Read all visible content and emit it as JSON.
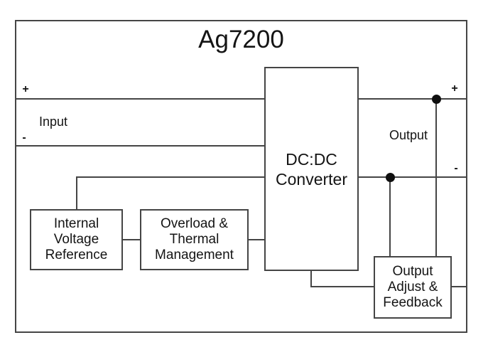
{
  "diagram": {
    "title": "Ag7200",
    "input": {
      "plus": "+",
      "label": "Input",
      "minus": "-"
    },
    "output": {
      "plus": "+",
      "label": "Output",
      "minus": "-"
    },
    "blocks": {
      "dc_dc_converter": {
        "lines": [
          "DC:DC",
          "Converter"
        ]
      },
      "internal_voltage_reference": {
        "lines": [
          "Internal",
          "Voltage",
          "Reference"
        ]
      },
      "overload_thermal_management": {
        "lines": [
          "Overload &",
          "Thermal",
          "Management"
        ]
      },
      "output_adjust_feedback": {
        "lines": [
          "Output",
          "Adjust &",
          "Feedback"
        ]
      }
    },
    "colors": {
      "line": "#454545",
      "text": "#141414",
      "junction_dot": "#0f0f0f",
      "background": "#ffffff"
    }
  }
}
